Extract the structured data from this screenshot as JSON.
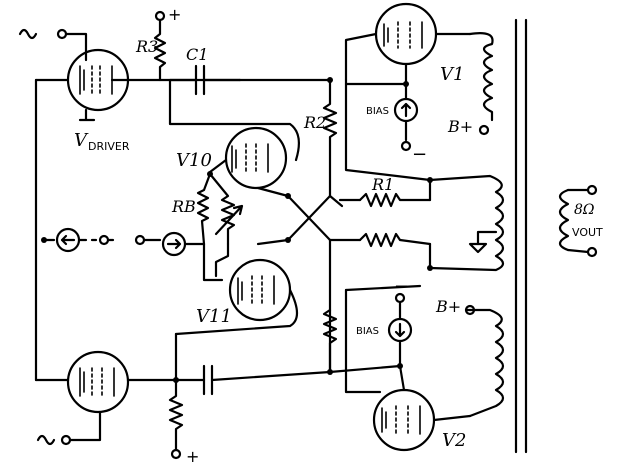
{
  "labels": {
    "r3": "R3",
    "c1": "C1",
    "plus_top": "+",
    "vdriver_v": "V",
    "vdriver_sub": "DRIVER",
    "v10": "V10",
    "r2": "R2",
    "rb": "RB",
    "r1": "R1",
    "v11": "V11",
    "v1": "V1",
    "v2": "V2",
    "bias_top": "BIAS",
    "bias_bottom": "BIAS",
    "minus_top": "−",
    "minus_bottom": "−",
    "bplus_top": "B+",
    "bplus_mid": "B+",
    "plus_bottom": "+",
    "ohms": "8Ω",
    "vout": "VOUT"
  }
}
